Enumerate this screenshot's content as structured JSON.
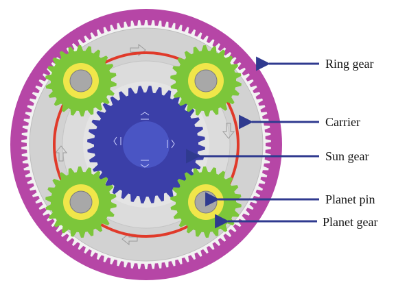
{
  "labels": {
    "ring_gear": "Ring gear",
    "carrier": "Carrier",
    "sun_gear": "Sun gear",
    "planet_pin": "Planet pin",
    "planet_gear": "Planet gear"
  },
  "colors": {
    "ring_gear": "#b646a6",
    "ring_teeth_band": "#f2f2f2",
    "carrier": "#d2d2d2",
    "carrier_inner": "#e2e2e2",
    "sun_gear": "#3b3fa8",
    "sun_gear_center": "#4a55c4",
    "planet_gear": "#7cc63a",
    "planet_ring": "#f0e64a",
    "planet_pin": "#a8a8a8",
    "carrier_circle": "#e03a2a",
    "arrow": "#2f3a8f"
  },
  "icons": {
    "arrow": "arrow-left-icon"
  }
}
